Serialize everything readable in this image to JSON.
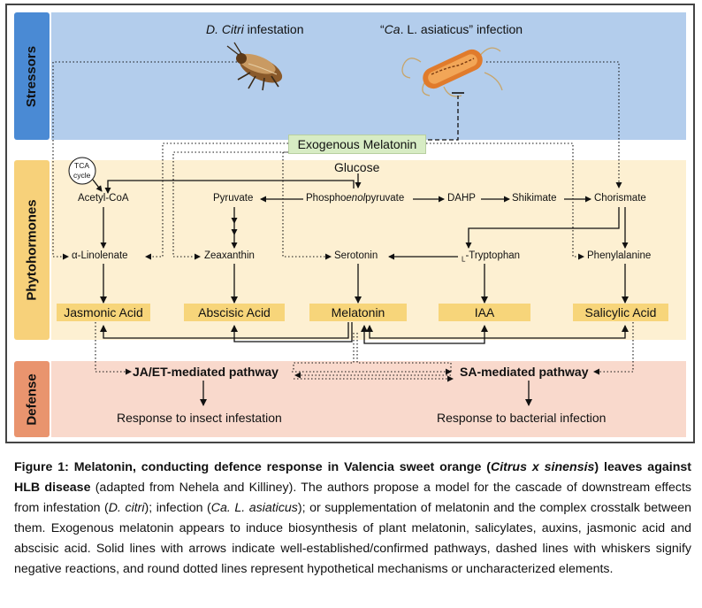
{
  "bands": {
    "stressors": "Stressors",
    "phytohormones": "Phytohormones",
    "defense": "Defense"
  },
  "stressors": {
    "insect_italic": "D. Citri",
    "insect_rest": " infestation",
    "bacteria_pre": "“",
    "bacteria_italic": "Ca",
    "bacteria_rest": ". L. asiaticus” infection",
    "exogenous": "Exogenous Melatonin"
  },
  "nodes": {
    "tca": [
      "TCA",
      "cycle"
    ],
    "glucose": "Glucose",
    "acetyl_coa": "Acetyl-CoA",
    "pyruvate": "Pyruvate",
    "pep_a": "Phospho",
    "pep_b": "enol",
    "pep_c": "pyruvate",
    "dahp": "DAHP",
    "shikimate": "Shikimate",
    "chorismate": "Chorismate",
    "linolenate": "α-Linolenate",
    "zeaxanthin": "Zeaxanthin",
    "serotonin": "Serotonin",
    "tryptophan_sub": "L",
    "tryptophan": "-Tryptophan",
    "phenylalanine": "Phenylalanine"
  },
  "hormones": {
    "jasmonic": "Jasmonic Acid",
    "abscisic": "Abscisic Acid",
    "melatonin": "Melatonin",
    "iaa": "IAA",
    "salicylic": "Salicylic Acid"
  },
  "defense": {
    "ja_pathway": "JA/ET-mediated pathway",
    "sa_pathway": "SA-mediated pathway",
    "insect_response": "Response to insect infestation",
    "bacterial_response": "Response to bacterial infection"
  },
  "caption": {
    "title_a": "Figure 1: Melatonin, conducting defence response in Valencia sweet orange (",
    "title_species": "Citrus x sinensis",
    "title_b": ") leaves against HLB disease",
    "body_a": " (adapted from Nehela and Killiney). The authors propose a model for the cascade of downstream effects from infestation (",
    "body_dcitri": "D. citri",
    "body_b": "); infection (",
    "body_cala": "Ca. L. asiaticus",
    "body_c": "); or supplementation of melatonin and the complex crosstalk between them. Exogenous melatonin appears to induce biosynthesis of plant melatonin, salicylates, auxins, jasmonic acid and abscisic acid. Solid lines with arrows indicate well-established/confirmed pathways, dashed lines with whiskers signify negative reactions, and round dotted lines represent hypothetical mechanisms or uncharacterized elements."
  },
  "colors": {
    "stressors_band": "#b3cdec",
    "stressors_label": "#4a8ad4",
    "phyto_band": "#fdf0d2",
    "phyto_label": "#f7d17a",
    "defense_band": "#f9d9cc",
    "defense_label": "#e9946e",
    "hormone_box": "#f7d57a",
    "exogenous_box": "#d7ecc4"
  }
}
